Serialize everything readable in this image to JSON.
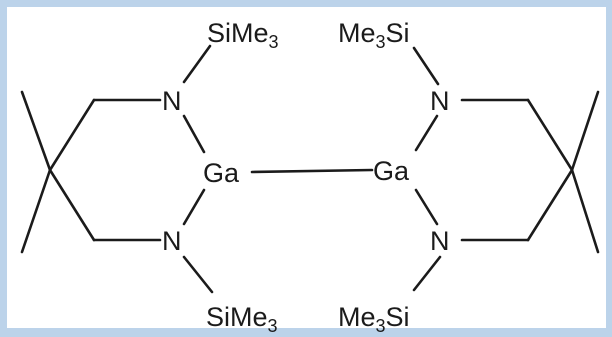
{
  "colors": {
    "frame": "#bcd3ea",
    "ink": "#1b1b1b",
    "background": "#ffffff"
  },
  "labels": {
    "silyl_top_left": {
      "pre": "",
      "mid": "SiMe",
      "sub": "3",
      "post": ""
    },
    "silyl_top_right": {
      "pre": "Me",
      "mid": "",
      "sub": "3",
      "post": "Si"
    },
    "silyl_bottom_left": {
      "pre": "",
      "mid": "SiMe",
      "sub": "3",
      "post": ""
    },
    "silyl_bottom_right": {
      "pre": "Me",
      "mid": "",
      "sub": "3",
      "post": "Si"
    },
    "n_top_left": "N",
    "n_top_right": "N",
    "n_bottom_left": "N",
    "n_bottom_right": "N",
    "ga_left": "Ga",
    "ga_right": "Ga"
  }
}
